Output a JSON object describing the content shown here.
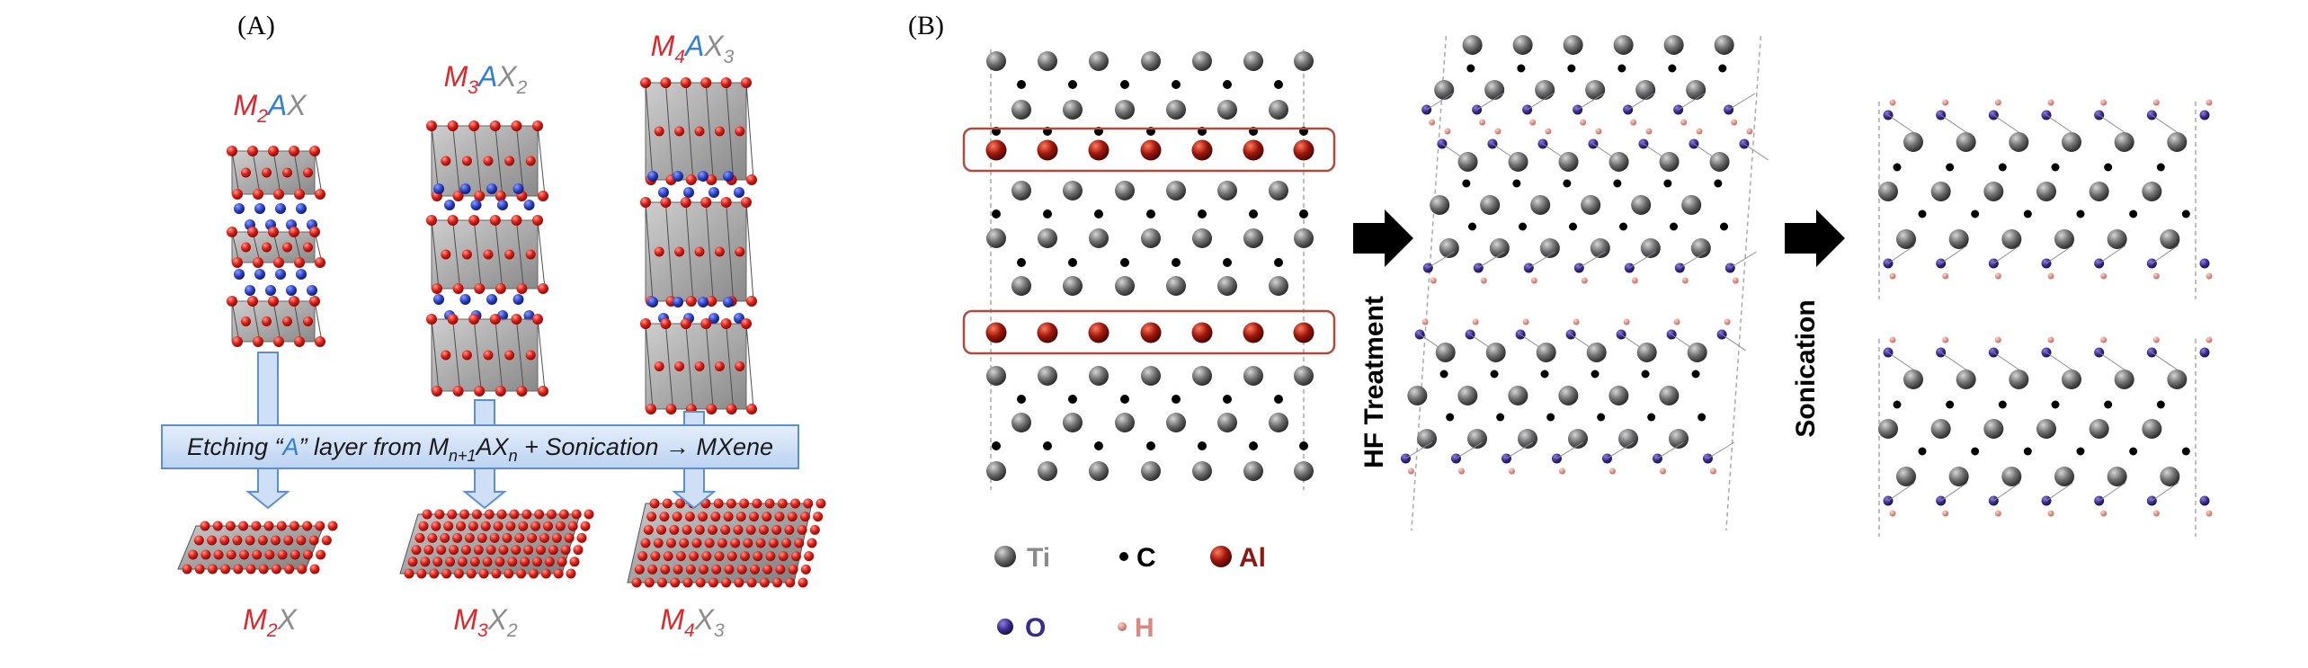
{
  "panel_a": {
    "label": "(A)",
    "structures": [
      {
        "prefix": "M",
        "psub": "2",
        "a": "A",
        "x": "X",
        "xsub": "",
        "mx_m": "M",
        "mx_msub": "2",
        "mx_x": "X",
        "mx_xsub": ""
      },
      {
        "prefix": "M",
        "psub": "3",
        "a": "A",
        "x": "X",
        "xsub": "2",
        "mx_m": "M",
        "mx_msub": "3",
        "mx_x": "X",
        "mx_xsub": "2"
      },
      {
        "prefix": "M",
        "psub": "4",
        "a": "A",
        "x": "X",
        "xsub": "3",
        "mx_m": "M",
        "mx_msub": "4",
        "mx_x": "X",
        "mx_xsub": "3"
      }
    ],
    "banner": {
      "t1": "Etching “",
      "t2": "A",
      "t3": "” layer from M",
      "t4": "n+1",
      "t5": "AX",
      "t6": "n",
      "t7": " + Sonication → MXene"
    }
  },
  "panel_b": {
    "label": "(B)",
    "step1": "HF Treatment",
    "step2": "Sonication",
    "legend": [
      {
        "key": "ti",
        "label": "Ti",
        "color": "#8a8a8a"
      },
      {
        "key": "c",
        "label": "C",
        "color": "#000000"
      },
      {
        "key": "al",
        "label": "Al",
        "color": "#8b1a12"
      },
      {
        "key": "o",
        "label": "O",
        "color": "#3b2a8c"
      },
      {
        "key": "h",
        "label": "H",
        "color": "#d98a80"
      }
    ]
  },
  "colors": {
    "m_red": "#e0262a",
    "a_blue": "#2f7ed8",
    "x_gray": "#8c8c8c",
    "oxygen_red": "#d8211c",
    "box": "#b04a3c",
    "arrow_fill": "#cfe0f6",
    "arrow_stroke": "#5c8fd0"
  }
}
